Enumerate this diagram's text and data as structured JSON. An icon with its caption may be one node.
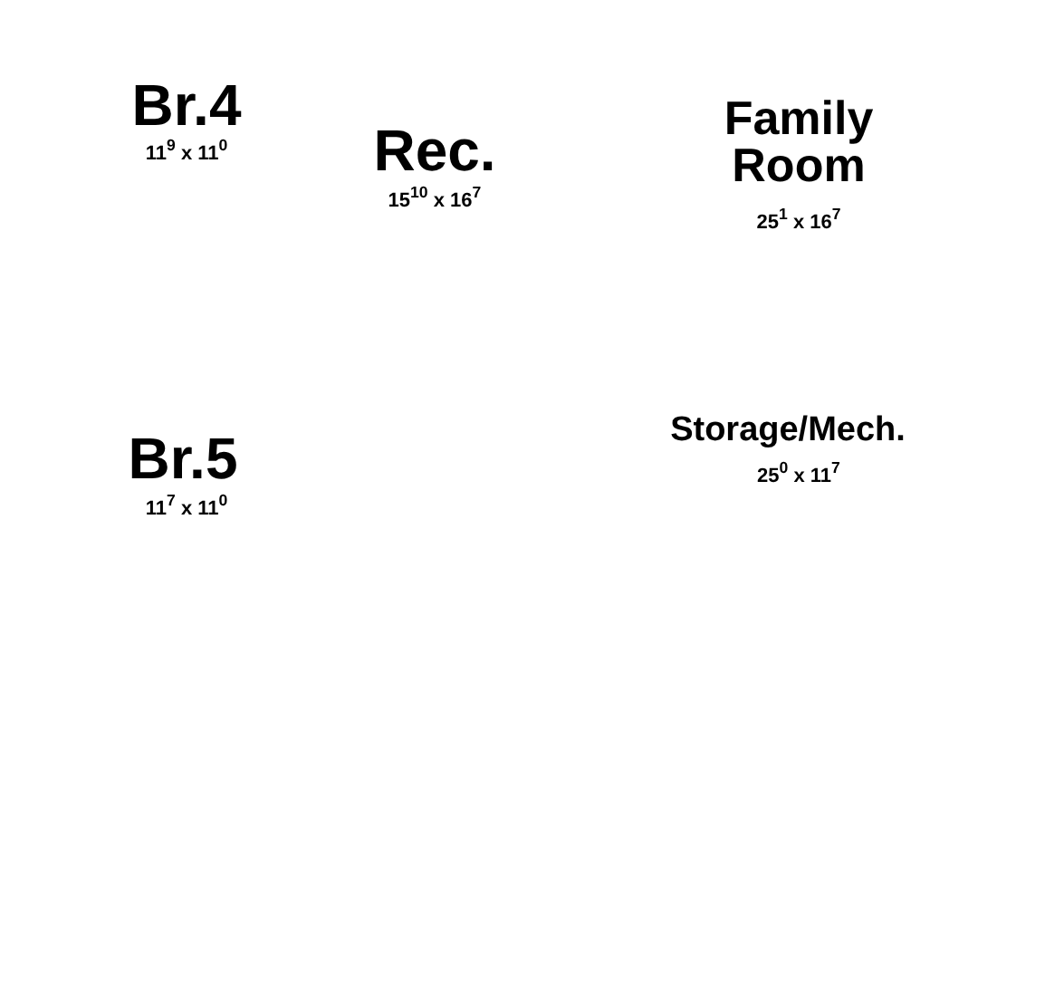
{
  "diagram": {
    "labels": [
      "Br.4",
      "11$^{9}$ x 11$^{0}$",
      "Rec.",
      "15$^{10}$ x 16$^{7}$",
      "Family Room",
      "25$^{1}$ x 16$^{7}$",
      "Br.5",
      "11$^{7}$ x 11$^{0}$",
      "Storage/Mech.",
      "25$^{0}$ x 11$^{7}$"
    ]
  }
}
